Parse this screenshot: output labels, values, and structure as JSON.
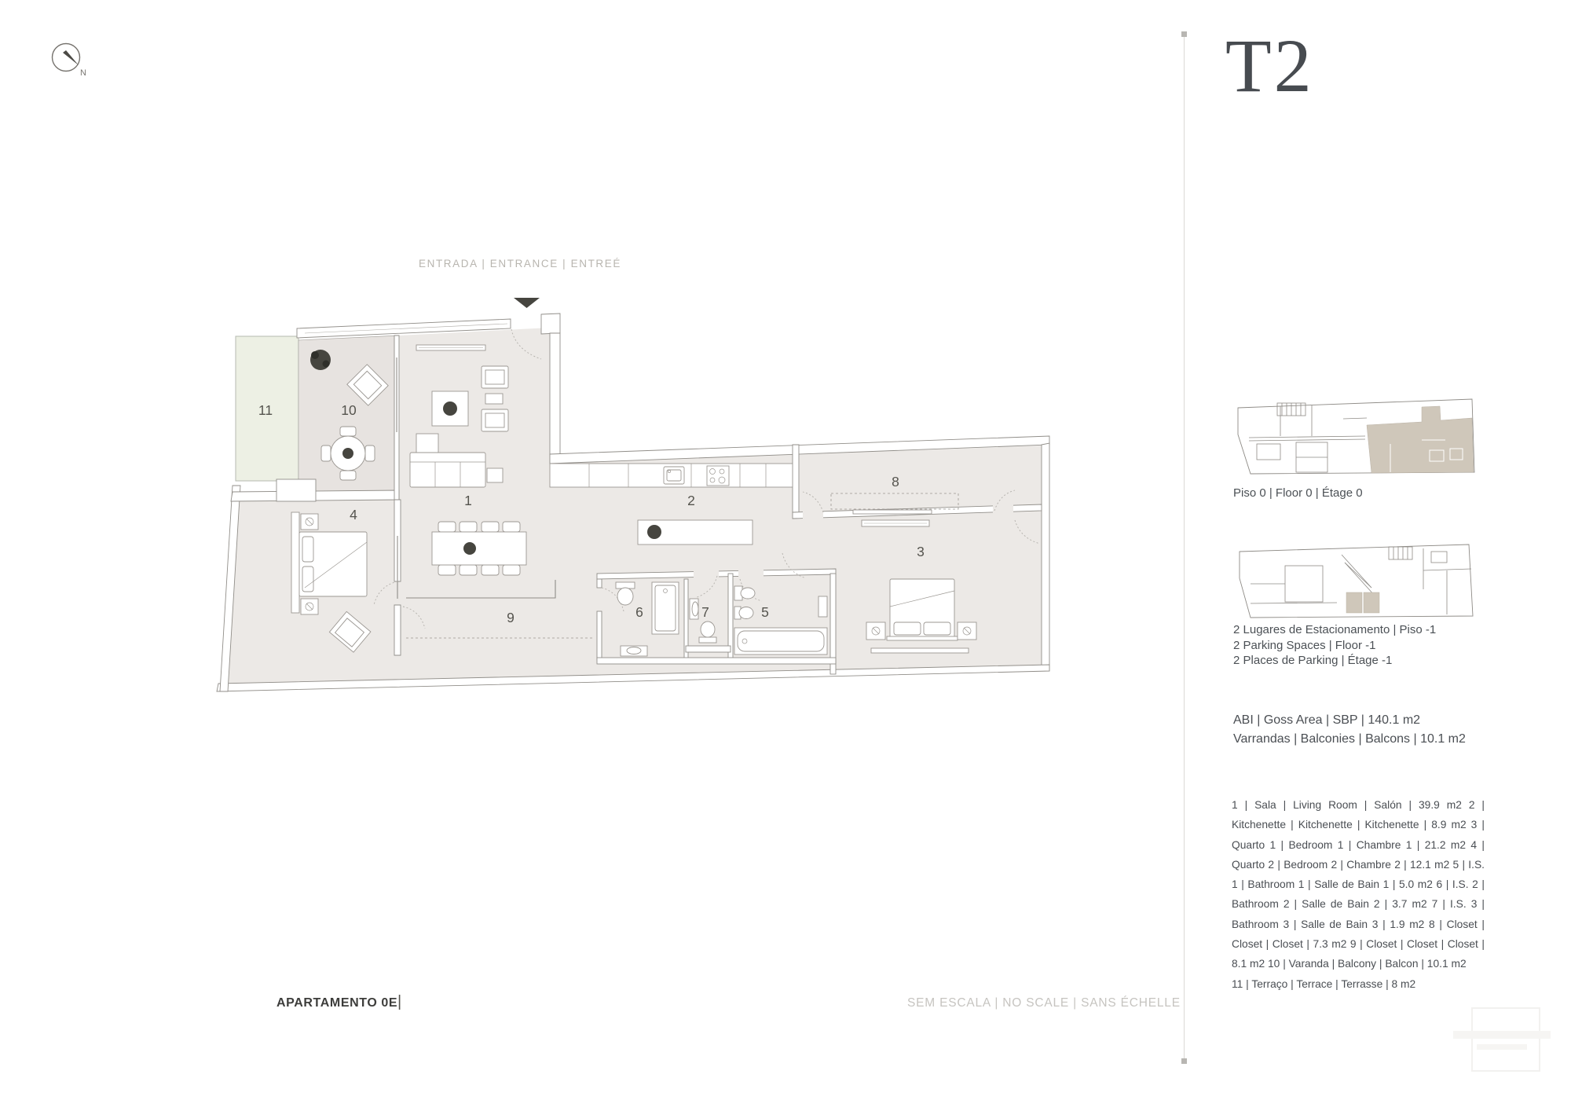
{
  "compass": {
    "north_label": "N"
  },
  "plan": {
    "entrance_label": "ENTRADA | ENTRANCE | ENTREÉ",
    "apartment_name": "APARTAMENTO 0E",
    "apartment_separator": "|",
    "scale_note": "SEM ESCALA | NO SCALE | SANS ÉCHELLE"
  },
  "rooms": [
    {
      "number": "1",
      "name": "Sala | Living Room | Salón",
      "area": "39.9 m2"
    },
    {
      "number": "2",
      "name": "Kitchenette | Kitchenette | Kitchenette",
      "area": "8.9 m2"
    },
    {
      "number": "3",
      "name": "Quarto 1 | Bedroom 1 | Chambre 1",
      "area": "21.2 m2"
    },
    {
      "number": "4",
      "name": "Quarto 2 | Bedroom 2 | Chambre 2",
      "area": "12.1 m2"
    },
    {
      "number": "5",
      "name": "I.S. 1 | Bathroom 1 | Salle de Bain 1",
      "area": "5.0 m2"
    },
    {
      "number": "6",
      "name": "I.S. 2 | Bathroom 2 | Salle de Bain 2",
      "area": "3.7 m2"
    },
    {
      "number": "7",
      "name": "I.S. 3 | Bathroom 3 | Salle de Bain 3",
      "area": "1.9 m2"
    },
    {
      "number": "8",
      "name": "Closet | Closet | Closet",
      "area": "7.3 m2"
    },
    {
      "number": "9",
      "name": "Closet | Closet | Closet",
      "area": "8.1 m2"
    },
    {
      "number": "10",
      "name": "Varanda | Balcony | Balcon",
      "area": "10.1 m2"
    },
    {
      "number": "11",
      "name": "Terraço | Terrace | Terrasse",
      "area": "8 m2"
    }
  ],
  "sidebar": {
    "unit_type": "T2",
    "floor_thumb_caption": "Piso 0 | Floor 0 | Étage 0",
    "parking_captions": [
      "2 Lugares de Estacionamento | Piso -1",
      "2 Parking Spaces | Floor -1",
      "2 Places de Parking | Étage -1"
    ],
    "area_gross": "ABI | Goss Area | SBP | 140.1 m2",
    "area_balconies": "Varrandas | Balconies | Balcons | 10.1 m2",
    "legend_paragraph": "1 | Sala | Living Room | Salón | 39.9 m2 2 | Kitchenette | Kitchenette | Kitchenette | 8.9 m2 3 | Quarto 1 | Bedroom 1 | Chambre 1 | 21.2 m2 4 | Quarto 2 | Bedroom 2 | Chambre 2 | 12.1 m2 5 | I.S. 1 | Bathroom 1 | Salle de Bain 1 | 5.0 m2 6 | I.S. 2 | Bathroom 2 | Salle de Bain 2 | 3.7 m2 7 | I.S. 3 | Bathroom 3 | Salle de Bain 3 | 1.9 m2 8 | Closet | Closet | Closet | 7.3 m2 9 | Closet | Closet | Closet | 8.1 m2 10 | Varanda | Balcony | Balcon | 10.1 m2",
    "legend_terrace_line": "11 | Terraço | Terrace | Terrasse | 8 m2"
  },
  "colors": {
    "terrace_fill": "#edf0e4",
    "balcony_fill": "#e7e3e0",
    "room_fill": "#ece9e6",
    "thumb_highlight": "#cfc7ba"
  }
}
